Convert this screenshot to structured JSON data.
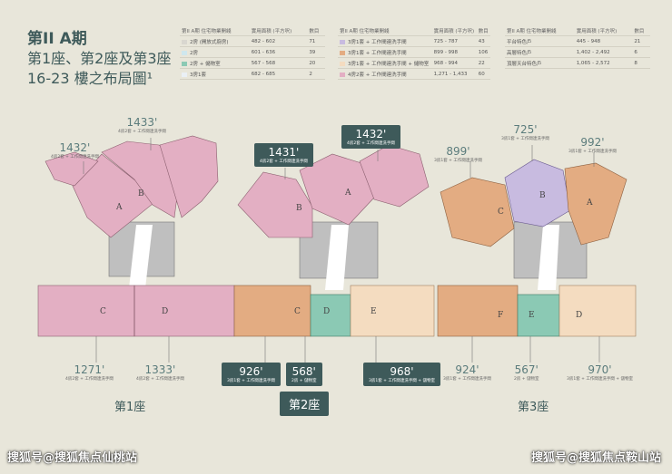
{
  "title": {
    "phase": "第II A期",
    "towers": "第1座、第2座及第3座",
    "plans": "16-23 樓之布局圖¹"
  },
  "table_header_unit": "第II A期 住宅物業開綫",
  "table_header_area": "實用面積 (平方呎)",
  "table_header_count": "數目",
  "table1": [
    {
      "label": "2房 (開放式廚房)",
      "area": "482 - 602",
      "count": "71",
      "color": "#d9d7d0"
    },
    {
      "label": "2房",
      "area": "601 - 636",
      "count": "39",
      "color": "#cfe7ee"
    },
    {
      "label": "2房 + 儲物室",
      "area": "567 - 568",
      "count": "20",
      "color": "#8bc9b4"
    },
    {
      "label": "3房1套",
      "area": "682 - 685",
      "count": "2",
      "color": "#eaf0f5"
    }
  ],
  "table2": [
    {
      "label": "3房1套 + 工作間連洗手間",
      "area": "725 - 787",
      "count": "43",
      "color": "#c8bbe0"
    },
    {
      "label": "3房1套 + 工作間連洗手間",
      "area": "899 - 998",
      "count": "106",
      "color": "#e3ac82"
    },
    {
      "label": "3房1套 + 工作間連洗手間 + 儲物室",
      "area": "968 - 994",
      "count": "22",
      "color": "#f4dcc0"
    },
    {
      "label": "4房2套 + 工作間連洗手間",
      "area": "1,271 - 1,433",
      "count": "60",
      "color": "#e3afc3"
    }
  ],
  "table3": [
    {
      "label": "平台特色戶",
      "area": "445 - 948",
      "count": "21"
    },
    {
      "label": "高層特色戶",
      "area": "1,402 - 2,492",
      "count": "6"
    },
    {
      "label": "頂層天台特色戶",
      "area": "1,065 - 2,572",
      "count": "8"
    }
  ],
  "tower1": {
    "name": "第1座",
    "tags": [
      {
        "size": "1433'",
        "desc": "4房2套 + 工作間連洗手間"
      },
      {
        "size": "1432'",
        "desc": "4房2套 + 工作間連洗手間"
      },
      {
        "size": "1271'",
        "desc": "4房2套 + 工作間連洗手間"
      },
      {
        "size": "1333'",
        "desc": "4房2套 + 工作間連洗手間"
      }
    ],
    "units": {
      "a": "A",
      "b": "B",
      "c": "C",
      "d": "D"
    }
  },
  "tower2": {
    "name": "第2座",
    "tags": [
      {
        "size": "1431'",
        "desc": "4房2套 + 工作間連洗手間"
      },
      {
        "size": "1432'",
        "desc": "4房2套 + 工作間連洗手間"
      },
      {
        "size": "926'",
        "desc": "3房1套 + 工作間連洗手間"
      },
      {
        "size": "568'",
        "desc": "2房 + 儲物室"
      },
      {
        "size": "968'",
        "desc": "3房1套 + 工作間連洗手間 + 儲物室"
      }
    ],
    "units": {
      "a": "A",
      "b": "B",
      "c": "C",
      "d": "D",
      "e": "E"
    }
  },
  "tower3": {
    "name": "第3座",
    "tags": [
      {
        "size": "725'",
        "desc": "3房1套 + 工作間連洗手間"
      },
      {
        "size": "899'",
        "desc": "3房1套 + 工作間連洗手間"
      },
      {
        "size": "992'",
        "desc": "3房1套 + 工作間連洗手間"
      },
      {
        "size": "924'",
        "desc": "3房1套 + 工作間連洗手間"
      },
      {
        "size": "567'",
        "desc": "2房 + 儲物室"
      },
      {
        "size": "970'",
        "desc": "3房1套 + 工作間連洗手間 + 儲物室"
      }
    ],
    "units": {
      "a": "A",
      "b": "B",
      "c": "C",
      "d": "D",
      "e": "E",
      "f": "F"
    }
  },
  "watermark_left": "搜狐号@搜狐焦点仙桃站",
  "watermark_right": "搜狐号@搜狐焦点鞍山站",
  "colors": {
    "background": "#e8e6da",
    "accent": "#3e5a5a",
    "pink": "#e3afc3",
    "orange": "#e3ac82",
    "peach": "#f4dcc0",
    "green": "#8bc9b4",
    "purple": "#c8bbe0",
    "core": "#bfbfbf"
  }
}
